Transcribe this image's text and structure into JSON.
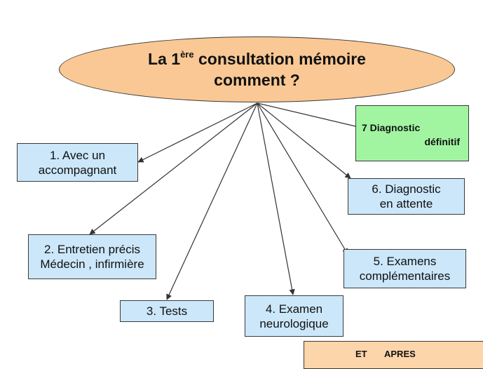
{
  "title": {
    "line1_pre": "La 1",
    "line1_sup": "ère",
    "line1_post": " consultation mémoire",
    "line2": "comment ?"
  },
  "nodes": [
    {
      "lines": [
        "1. Avec un",
        "accompagnant"
      ]
    },
    {
      "lines": [
        "2. Entretien précis",
        "Médecin , infirmière"
      ]
    },
    {
      "lines": [
        "3. Tests"
      ]
    },
    {
      "lines": [
        "4. Examen",
        "neurologique"
      ]
    },
    {
      "lines": [
        "5. Examens",
        "complémentaires"
      ]
    },
    {
      "lines": [
        "6. Diagnostic",
        "en attente"
      ]
    }
  ],
  "final_node": {
    "line1": "7 Diagnostic",
    "line2": "définitif"
  },
  "footer": {
    "word1": "ET",
    "word2": "APRES"
  },
  "colors": {
    "ellipse": "#fac894",
    "box": "#cce7fa",
    "final": "#a1f5a1",
    "footer": "#fcd5aa",
    "arrow": "#333333"
  }
}
